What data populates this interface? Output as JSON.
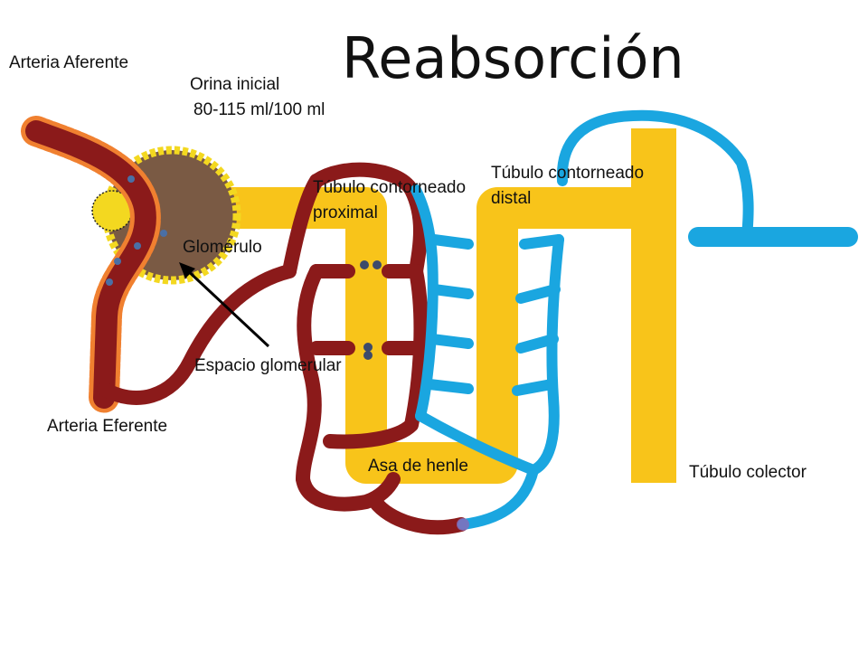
{
  "title": "Reabsorción",
  "labels": {
    "arteria_aferente": "Arteria  Aferente",
    "orina_inicial": "Orina inicial",
    "orina_inicial_valor": "80-115  ml/100 ml",
    "glomerulo": "Glomérulo",
    "espacio_glomerular": "Espacio glomerular",
    "arteria_eferente": "Arteria  Eferente",
    "tubulo_proximal_1": "Túbulo contorneado",
    "tubulo_proximal_2": "proximal",
    "tubulo_distal_1": "Túbulo contorneado",
    "tubulo_distal_2": "distal",
    "asa_de_henle": "Asa de henle",
    "tubulo_colector": "Túbulo colector"
  },
  "colors": {
    "tubule_yellow": "#f8c41a",
    "artery_red": "#8b1a1a",
    "capillary_blue": "#1aa6e0",
    "glomerulus_brown": "#7a5a44",
    "artery_outline_orange": "#f08030",
    "capsule_dot_yellow": "#f3d820"
  }
}
